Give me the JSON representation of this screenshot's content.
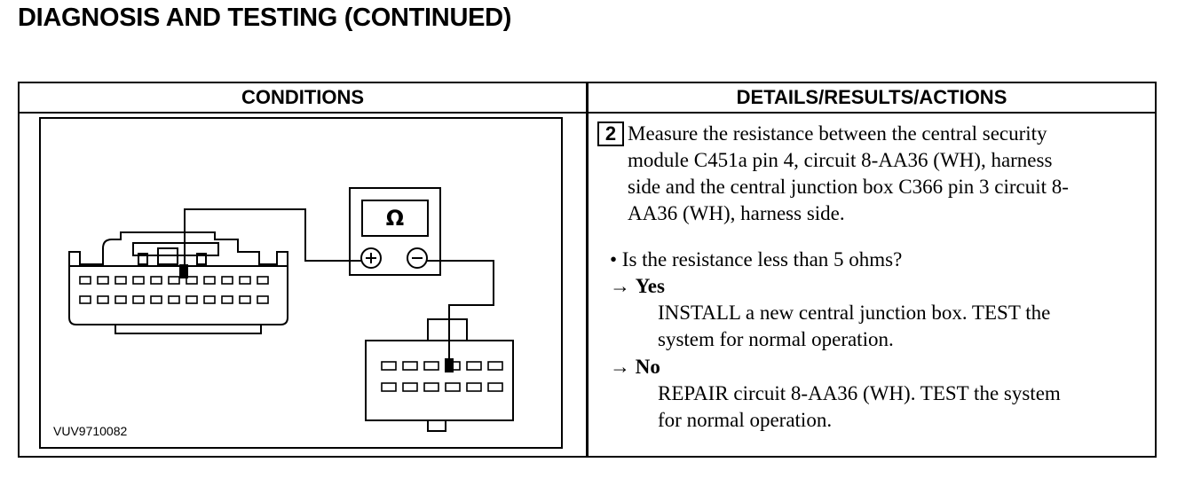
{
  "page_title": "DIAGNOSIS AND TESTING (CONTINUED)",
  "table": {
    "conditions_header": "CONDITIONS",
    "details_header": "DETAILS/RESULTS/ACTIONS"
  },
  "figure": {
    "meter_symbol": "Ω",
    "plus_terminal": "+",
    "minus_terminal": "−",
    "figure_code": "VUV9710082"
  },
  "step": {
    "number": "2",
    "instruction_lines": [
      "Measure the resistance between the central security",
      "module C451a pin 4, circuit 8-AA36 (WH), harness",
      "side and the central junction box C366 pin 3 circuit 8-",
      "AA36 (WH), harness side."
    ],
    "question": "• Is the resistance less than 5 ohms?",
    "yes": {
      "arrow": "→",
      "label": "Yes",
      "action_lines": [
        "INSTALL a new central junction box. TEST the",
        "system for normal operation."
      ]
    },
    "no": {
      "arrow": "→",
      "label": "No",
      "action_lines": [
        "REPAIR circuit 8-AA36 (WH). TEST the system",
        "for normal operation."
      ]
    }
  }
}
